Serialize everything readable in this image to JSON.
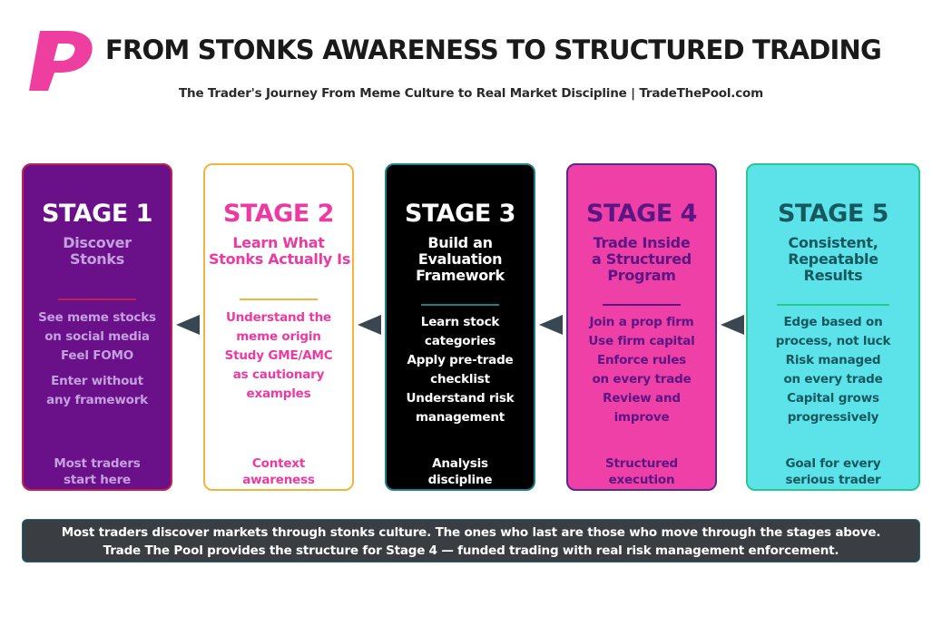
{
  "header": {
    "title": "FROM STONKS AWARENESS TO STRUCTURED TRADING",
    "subtitle": "The Trader's Journey From Meme Culture to Real Market Discipline | TradeThePool.com",
    "logo_icon": "pink-p-logo-icon"
  },
  "colors": {
    "logo": "#ee3fa0",
    "arrow": "#3b4750"
  },
  "stages": [
    {
      "label": "STAGE 1",
      "name": [
        "Discover",
        "Stonks"
      ],
      "items": [
        "See meme stocks",
        "on social media",
        "Feel FOMO",
        "Enter without",
        "any framework"
      ],
      "footer": [
        "Most traders",
        "start here"
      ],
      "colors": {
        "bg": "#6a1089",
        "border": "#c0234d",
        "label": "#ffffff",
        "name": "#c4a0df",
        "items": "#c4a0df",
        "divider": "#c0234d",
        "footer": "#c4a0df"
      }
    },
    {
      "label": "STAGE 2",
      "name": [
        "Learn What",
        "Stonks Actually Is"
      ],
      "items": [
        "Understand the",
        "meme origin",
        "Study GME/AMC",
        "as cautionary",
        "examples"
      ],
      "footer": [
        "Context",
        "awareness"
      ],
      "colors": {
        "bg": "#ffffff",
        "border": "#f2b53b",
        "label": "#ec3aa2",
        "name": "#ec3aa2",
        "items": "#ec3aa2",
        "divider": "#f2b53b",
        "footer": "#ec3aa2"
      }
    },
    {
      "label": "STAGE 3",
      "name": [
        "Build an",
        "Evaluation",
        "Framework"
      ],
      "items": [
        "Learn stock",
        "categories",
        "Apply pre-trade",
        "checklist",
        "Understand risk",
        "management"
      ],
      "footer": [
        "Analysis",
        "discipline"
      ],
      "colors": {
        "bg": "#000000",
        "border": "#1f7f8f",
        "label": "#ffffff",
        "name": "#ffffff",
        "items": "#ffffff",
        "divider": "#1f7f8f",
        "footer": "#ffffff"
      }
    },
    {
      "label": "STAGE 4",
      "name": [
        "Trade Inside",
        "a Structured",
        "Program"
      ],
      "items": [
        "Join a prop firm",
        "Use firm capital",
        "Enforce rules",
        "on every trade",
        "Review and",
        "improve"
      ],
      "footer": [
        "Structured",
        "execution"
      ],
      "colors": {
        "bg": "#ee40a6",
        "border": "#5a2a8f",
        "label": "#5b1684",
        "name": "#5b1684",
        "items": "#5b1684",
        "divider": "#5b1684",
        "footer": "#5b1684"
      }
    },
    {
      "label": "STAGE 5",
      "name": [
        "Consistent,",
        "Repeatable",
        "Results"
      ],
      "items": [
        "Edge based on",
        "process, not luck",
        "Risk managed",
        "on every trade",
        "Capital grows",
        "progressively"
      ],
      "footer": [
        "Goal for every",
        "serious trader"
      ],
      "colors": {
        "bg": "#5ce3ea",
        "border": "#28c98c",
        "label": "#16585e",
        "name": "#16585e",
        "items": "#16585e",
        "divider": "#28c98c",
        "footer": "#16585e"
      }
    }
  ],
  "banner": {
    "lines": [
      "Most traders discover markets through stonks culture. The ones who last are those who move through the stages above.",
      "Trade The Pool provides the structure for Stage 4 — funded trading with real risk management enforcement."
    ]
  }
}
